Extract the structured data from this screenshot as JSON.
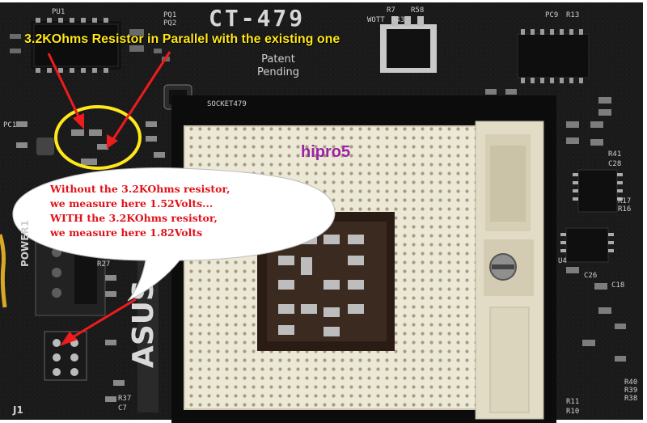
{
  "annotations": {
    "top_note": "3.2KOhms Resistor in Parallel with the existing one",
    "watermark": "hipro5",
    "bubble_lines": [
      "Without the 3.2KOhms resistor,",
      "we measure here 1.52Volts...",
      "WITH the 3.2KOhms resistor,",
      "we measure here 1.82Volts"
    ]
  },
  "board_silkscreen": {
    "model": "CT-479",
    "patent_line1": "Patent",
    "patent_line2": "Pending",
    "socket_label": "SOCKET479",
    "power_label": "POWER1",
    "brand_vertical": "ASUS",
    "jumper_label": "J1",
    "refs": [
      "PU1",
      "PQ1",
      "PQ2",
      "R7",
      "R58",
      "R13",
      "PC9",
      "WOTT",
      "R43",
      "R27",
      "R37",
      "C7",
      "C26",
      "C28",
      "R17",
      "R16",
      "R41",
      "R40",
      "R39",
      "R38",
      "R11",
      "R10",
      "PC1",
      "U4",
      "C18"
    ]
  },
  "colors": {
    "board": "#1b1a1a",
    "socket": "#ece8d6",
    "note_yellow": "#ffe81a",
    "bubble_text_red": "#e0121a",
    "arrow_red": "#ee1c1c",
    "watermark_purple": "#9b22a3"
  }
}
